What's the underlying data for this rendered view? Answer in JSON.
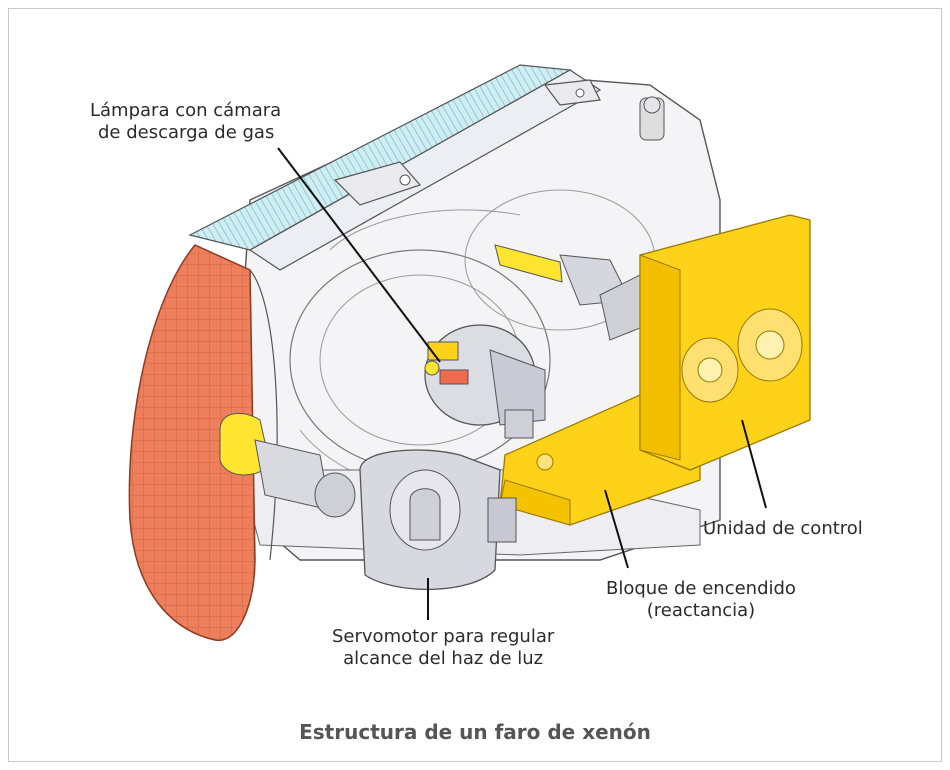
{
  "labels": {
    "lamp": [
      "Lámpara con cámara",
      "de descarga de gas"
    ],
    "control_unit": "Unidad de control",
    "ignition": [
      "Bloque de encendido",
      "(reactancia)"
    ],
    "servomotor": [
      "Servomotor para regular",
      "alcance del haz de luz"
    ]
  },
  "caption": "Estructura de un faro de xenón",
  "colors": {
    "amber_lens": "#ee7f5c",
    "ballast_yellow": "#ffd21a",
    "glass_blue": "#bfe4ea",
    "housing_gray": "#e8e8ee"
  }
}
